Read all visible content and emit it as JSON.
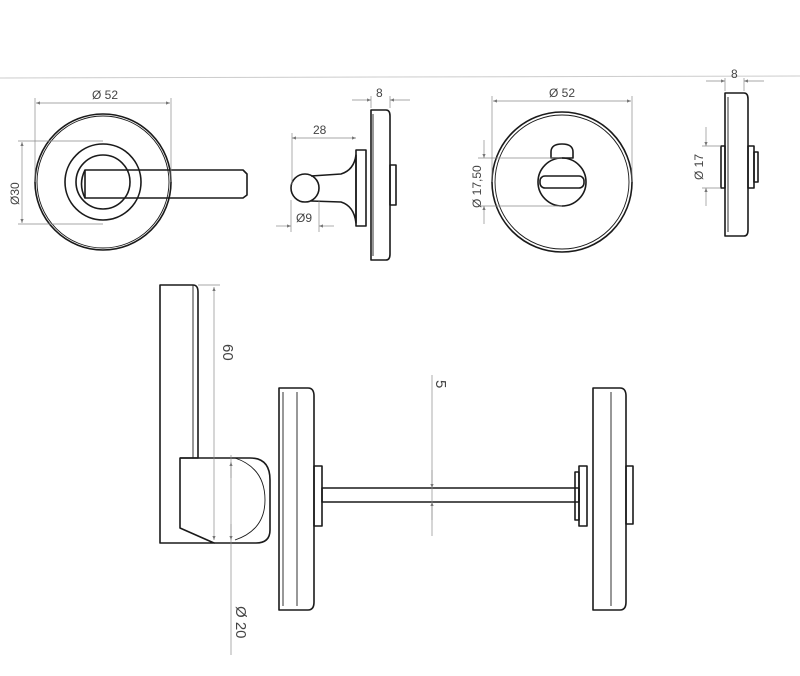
{
  "dimensions": {
    "rose_diameter_left": "Ø 52",
    "inner_diameter_left": "Ø30",
    "lever_length": "28",
    "lever_diameter": "Ø9",
    "side_thickness_left": "8",
    "rose_diameter_right": "Ø 52",
    "turn_diameter": "Ø 17,50",
    "side_thickness_right": "8",
    "side_diameter_right": "Ø 17",
    "lever_height": "60",
    "spindle_size": "5",
    "neck_diameter": "Ø 20"
  }
}
